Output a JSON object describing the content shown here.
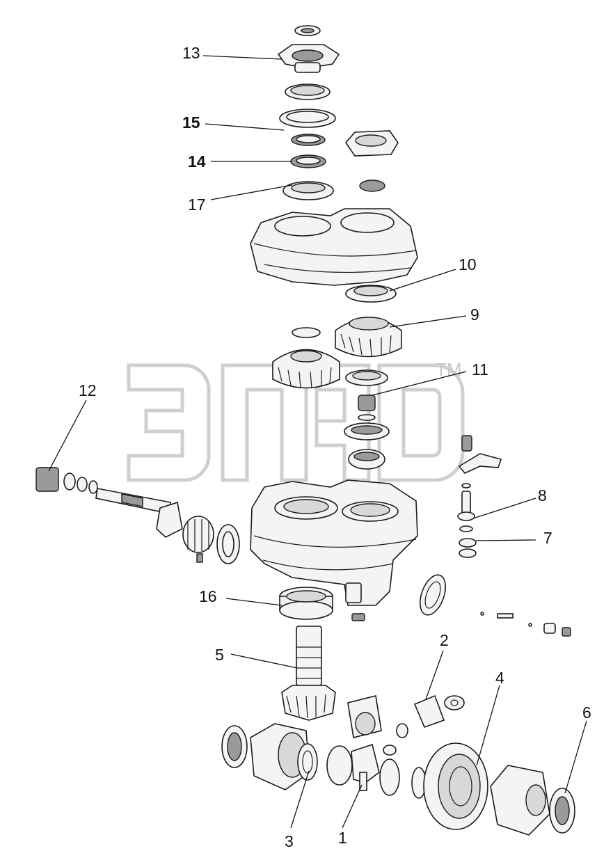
{
  "watermark": {
    "trademark": "TM"
  },
  "callouts": [
    {
      "id": "c13",
      "label": "13",
      "bold": false
    },
    {
      "id": "c15",
      "label": "15",
      "bold": true
    },
    {
      "id": "c14",
      "label": "14",
      "bold": true
    },
    {
      "id": "c17",
      "label": "17",
      "bold": false
    },
    {
      "id": "c10",
      "label": "10",
      "bold": false
    },
    {
      "id": "c9",
      "label": "9",
      "bold": false
    },
    {
      "id": "c11",
      "label": "11",
      "bold": false
    },
    {
      "id": "c12",
      "label": "12",
      "bold": false
    },
    {
      "id": "c8",
      "label": "8",
      "bold": false
    },
    {
      "id": "c7",
      "label": "7",
      "bold": false
    },
    {
      "id": "c16",
      "label": "16",
      "bold": false
    },
    {
      "id": "c5",
      "label": "5",
      "bold": false
    },
    {
      "id": "c2",
      "label": "2",
      "bold": false
    },
    {
      "id": "c4",
      "label": "4",
      "bold": false
    },
    {
      "id": "c6",
      "label": "6",
      "bold": false
    },
    {
      "id": "c3",
      "label": "3",
      "bold": false
    },
    {
      "id": "c1",
      "label": "1",
      "bold": false
    }
  ]
}
